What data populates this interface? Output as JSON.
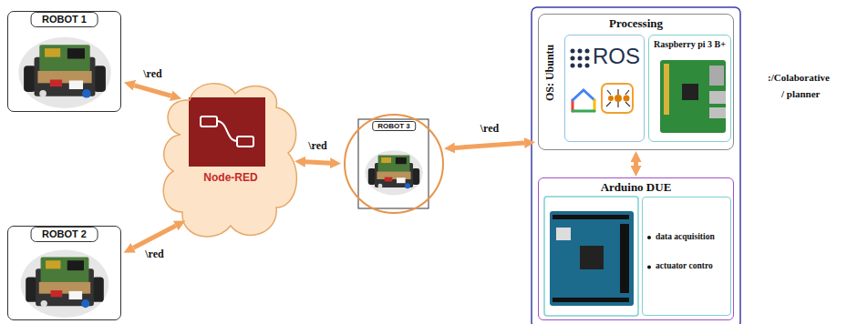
{
  "diagram": {
    "nodes": [
      {
        "text": [
          "ROBOT 1"
        ]
      },
      {
        "text": [
          "ROBOT 2"
        ]
      },
      {
        "text": [
          "Node-RED"
        ]
      },
      {
        "text": [
          "ROBOT 3"
        ]
      },
      {
        "text": [
          "Processing",
          "OS: Ubuntu"
        ]
      },
      {
        "text": [
          "ROS"
        ],
        "in": 4
      },
      {
        "text": [
          "Raspberry pi 3 B+"
        ],
        "in": 4
      },
      {
        "text": [
          "Arduino DUE"
        ]
      },
      {
        "text": [
          "data acquisition",
          "actuator contro"
        ],
        "in": 7
      }
    ],
    "edges": [
      {
        "from": 0,
        "to": 2,
        "arrow": "both",
        "label": "\\red"
      },
      {
        "from": 1,
        "to": 2,
        "arrow": "both",
        "label": "\\red"
      },
      {
        "from": 2,
        "to": 3,
        "arrow": "both",
        "label": "\\red"
      },
      {
        "from": 3,
        "to": 4,
        "arrow": "both",
        "label": "\\red"
      },
      {
        "from": 4,
        "to": 7,
        "arrow": "both"
      }
    ],
    "labels": [
      ":/Colaborative",
      "/ planner"
    ]
  }
}
